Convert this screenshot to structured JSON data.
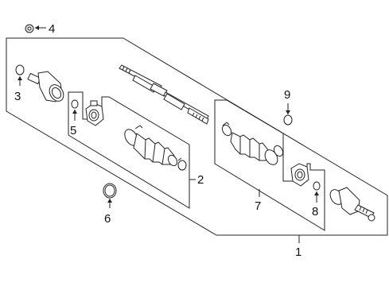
{
  "callouts": {
    "c1": "1",
    "c2": "2",
    "c3": "3",
    "c4": "4",
    "c5": "5",
    "c6": "6",
    "c7": "7",
    "c8": "8",
    "c9": "9"
  },
  "colors": {
    "line": "#222222",
    "background": "#ffffff",
    "shade": "#e8e8e8"
  }
}
